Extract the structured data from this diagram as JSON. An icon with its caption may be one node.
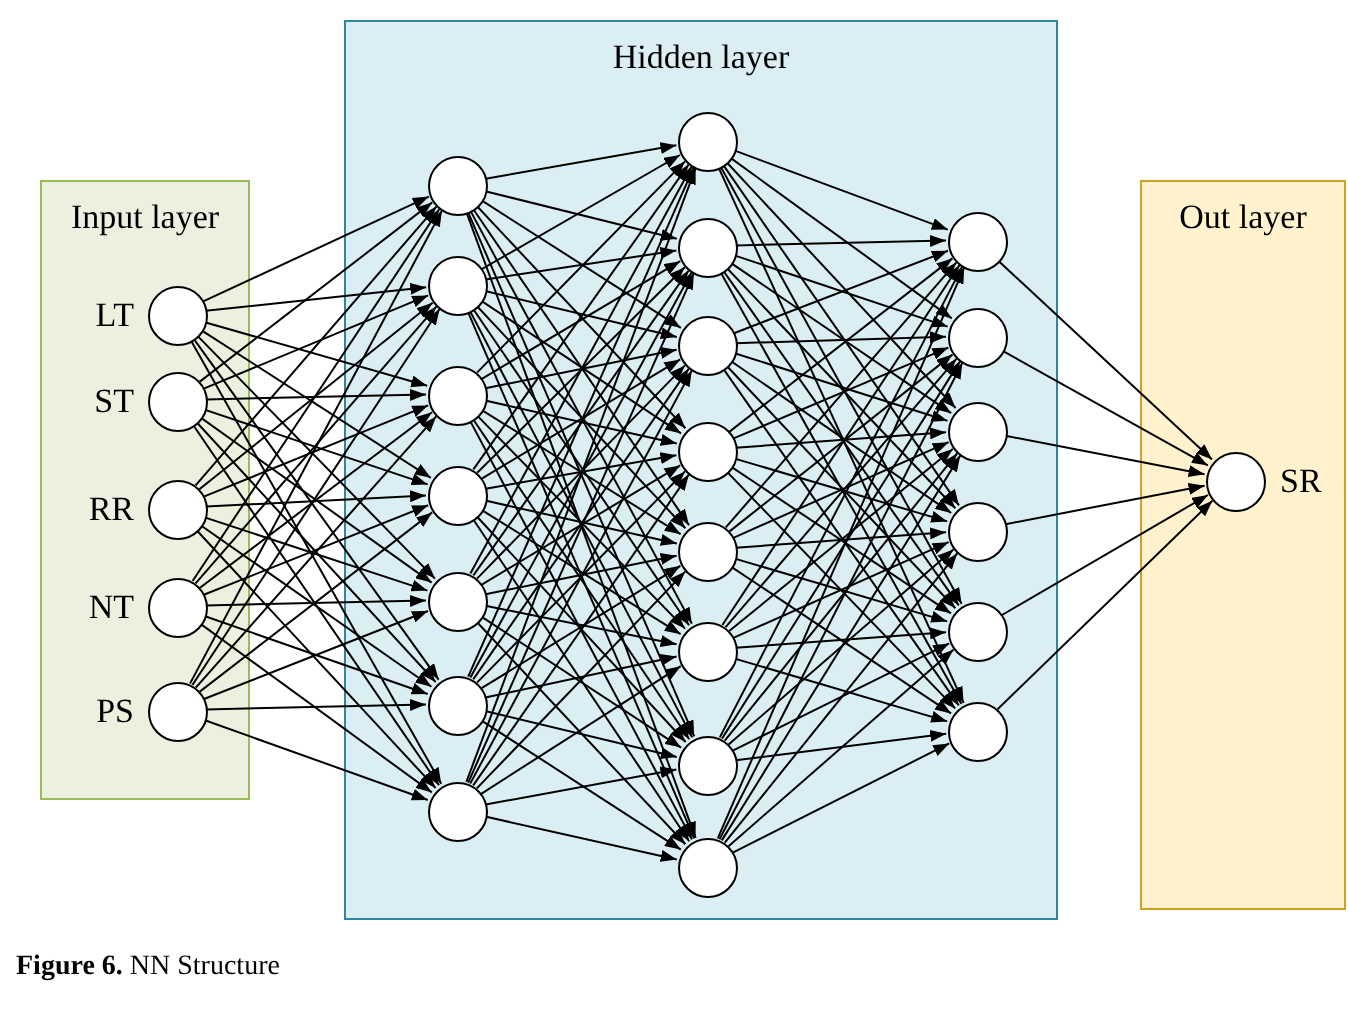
{
  "diagram": {
    "caption": "**Figure 6.** NN Structure",
    "nodes": [
      {
        "text": [
          "Input layer"
        ]
      },
      {
        "text": [],
        "shape": "circle",
        "beside": [
          "LT"
        ],
        "in": 0
      },
      {
        "text": [],
        "shape": "circle",
        "beside": [
          "ST"
        ],
        "in": 0
      },
      {
        "text": [],
        "shape": "circle",
        "beside": [
          "RR"
        ],
        "in": 0
      },
      {
        "text": [],
        "shape": "circle",
        "beside": [
          "NT"
        ],
        "in": 0
      },
      {
        "text": [],
        "shape": "circle",
        "beside": [
          "PS"
        ],
        "in": 0
      },
      {
        "text": [
          "Hidden layer"
        ]
      },
      {
        "text": [],
        "shape": "circle",
        "in": 6
      },
      {
        "text": [],
        "shape": "circle",
        "in": 6
      },
      {
        "text": [],
        "shape": "circle",
        "in": 6
      },
      {
        "text": [],
        "shape": "circle",
        "in": 6
      },
      {
        "text": [],
        "shape": "circle",
        "in": 6
      },
      {
        "text": [],
        "shape": "circle",
        "in": 6
      },
      {
        "text": [],
        "shape": "circle",
        "in": 6
      },
      {
        "text": [],
        "shape": "circle",
        "in": 6
      },
      {
        "text": [],
        "shape": "circle",
        "in": 6
      },
      {
        "text": [],
        "shape": "circle",
        "in": 6
      },
      {
        "text": [],
        "shape": "circle",
        "in": 6
      },
      {
        "text": [],
        "shape": "circle",
        "in": 6
      },
      {
        "text": [],
        "shape": "circle",
        "in": 6
      },
      {
        "text": [],
        "shape": "circle",
        "in": 6
      },
      {
        "text": [],
        "shape": "circle",
        "in": 6
      },
      {
        "text": [],
        "shape": "circle",
        "in": 6
      },
      {
        "text": [],
        "shape": "circle",
        "in": 6
      },
      {
        "text": [],
        "shape": "circle",
        "in": 6
      },
      {
        "text": [],
        "shape": "circle",
        "in": 6
      },
      {
        "text": [],
        "shape": "circle",
        "in": 6
      },
      {
        "text": [],
        "shape": "circle",
        "in": 6
      },
      {
        "text": [
          "Out layer"
        ]
      },
      {
        "text": [],
        "shape": "circle",
        "beside": [
          "SR"
        ],
        "in": 28
      }
    ],
    "edges": [
      {
        "from": 1,
        "to": 7,
        "arrow": "to"
      },
      {
        "from": 1,
        "to": 8,
        "arrow": "to"
      },
      {
        "from": 1,
        "to": 9,
        "arrow": "to"
      },
      {
        "from": 1,
        "to": 10,
        "arrow": "to"
      },
      {
        "from": 1,
        "to": 11,
        "arrow": "to"
      },
      {
        "from": 1,
        "to": 12,
        "arrow": "to"
      },
      {
        "from": 1,
        "to": 13,
        "arrow": "to"
      },
      {
        "from": 2,
        "to": 7,
        "arrow": "to"
      },
      {
        "from": 2,
        "to": 8,
        "arrow": "to"
      },
      {
        "from": 2,
        "to": 9,
        "arrow": "to"
      },
      {
        "from": 2,
        "to": 10,
        "arrow": "to"
      },
      {
        "from": 2,
        "to": 11,
        "arrow": "to"
      },
      {
        "from": 2,
        "to": 12,
        "arrow": "to"
      },
      {
        "from": 2,
        "to": 13,
        "arrow": "to"
      },
      {
        "from": 3,
        "to": 7,
        "arrow": "to"
      },
      {
        "from": 3,
        "to": 8,
        "arrow": "to"
      },
      {
        "from": 3,
        "to": 9,
        "arrow": "to"
      },
      {
        "from": 3,
        "to": 10,
        "arrow": "to"
      },
      {
        "from": 3,
        "to": 11,
        "arrow": "to"
      },
      {
        "from": 3,
        "to": 12,
        "arrow": "to"
      },
      {
        "from": 3,
        "to": 13,
        "arrow": "to"
      },
      {
        "from": 4,
        "to": 7,
        "arrow": "to"
      },
      {
        "from": 4,
        "to": 8,
        "arrow": "to"
      },
      {
        "from": 4,
        "to": 9,
        "arrow": "to"
      },
      {
        "from": 4,
        "to": 10,
        "arrow": "to"
      },
      {
        "from": 4,
        "to": 11,
        "arrow": "to"
      },
      {
        "from": 4,
        "to": 12,
        "arrow": "to"
      },
      {
        "from": 4,
        "to": 13,
        "arrow": "to"
      },
      {
        "from": 5,
        "to": 7,
        "arrow": "to"
      },
      {
        "from": 5,
        "to": 8,
        "arrow": "to"
      },
      {
        "from": 5,
        "to": 9,
        "arrow": "to"
      },
      {
        "from": 5,
        "to": 10,
        "arrow": "to"
      },
      {
        "from": 5,
        "to": 11,
        "arrow": "to"
      },
      {
        "from": 5,
        "to": 12,
        "arrow": "to"
      },
      {
        "from": 5,
        "to": 13,
        "arrow": "to"
      },
      {
        "from": 7,
        "to": 14,
        "arrow": "to"
      },
      {
        "from": 7,
        "to": 15,
        "arrow": "to"
      },
      {
        "from": 7,
        "to": 16,
        "arrow": "to"
      },
      {
        "from": 7,
        "to": 17,
        "arrow": "to"
      },
      {
        "from": 7,
        "to": 18,
        "arrow": "to"
      },
      {
        "from": 7,
        "to": 19,
        "arrow": "to"
      },
      {
        "from": 7,
        "to": 20,
        "arrow": "to"
      },
      {
        "from": 7,
        "to": 21,
        "arrow": "to"
      },
      {
        "from": 8,
        "to": 14,
        "arrow": "to"
      },
      {
        "from": 8,
        "to": 15,
        "arrow": "to"
      },
      {
        "from": 8,
        "to": 16,
        "arrow": "to"
      },
      {
        "from": 8,
        "to": 17,
        "arrow": "to"
      },
      {
        "from": 8,
        "to": 18,
        "arrow": "to"
      },
      {
        "from": 8,
        "to": 19,
        "arrow": "to"
      },
      {
        "from": 8,
        "to": 20,
        "arrow": "to"
      },
      {
        "from": 8,
        "to": 21,
        "arrow": "to"
      },
      {
        "from": 9,
        "to": 14,
        "arrow": "to"
      },
      {
        "from": 9,
        "to": 15,
        "arrow": "to"
      },
      {
        "from": 9,
        "to": 16,
        "arrow": "to"
      },
      {
        "from": 9,
        "to": 17,
        "arrow": "to"
      },
      {
        "from": 9,
        "to": 18,
        "arrow": "to"
      },
      {
        "from": 9,
        "to": 19,
        "arrow": "to"
      },
      {
        "from": 9,
        "to": 20,
        "arrow": "to"
      },
      {
        "from": 9,
        "to": 21,
        "arrow": "to"
      },
      {
        "from": 10,
        "to": 14,
        "arrow": "to"
      },
      {
        "from": 10,
        "to": 15,
        "arrow": "to"
      },
      {
        "from": 10,
        "to": 16,
        "arrow": "to"
      },
      {
        "from": 10,
        "to": 17,
        "arrow": "to"
      },
      {
        "from": 10,
        "to": 18,
        "arrow": "to"
      },
      {
        "from": 10,
        "to": 19,
        "arrow": "to"
      },
      {
        "from": 10,
        "to": 20,
        "arrow": "to"
      },
      {
        "from": 10,
        "to": 21,
        "arrow": "to"
      },
      {
        "from": 11,
        "to": 14,
        "arrow": "to"
      },
      {
        "from": 11,
        "to": 15,
        "arrow": "to"
      },
      {
        "from": 11,
        "to": 16,
        "arrow": "to"
      },
      {
        "from": 11,
        "to": 17,
        "arrow": "to"
      },
      {
        "from": 11,
        "to": 18,
        "arrow": "to"
      },
      {
        "from": 11,
        "to": 19,
        "arrow": "to"
      },
      {
        "from": 11,
        "to": 20,
        "arrow": "to"
      },
      {
        "from": 11,
        "to": 21,
        "arrow": "to"
      },
      {
        "from": 12,
        "to": 14,
        "arrow": "to"
      },
      {
        "from": 12,
        "to": 15,
        "arrow": "to"
      },
      {
        "from": 12,
        "to": 16,
        "arrow": "to"
      },
      {
        "from": 12,
        "to": 17,
        "arrow": "to"
      },
      {
        "from": 12,
        "to": 18,
        "arrow": "to"
      },
      {
        "from": 12,
        "to": 19,
        "arrow": "to"
      },
      {
        "from": 12,
        "to": 20,
        "arrow": "to"
      },
      {
        "from": 12,
        "to": 21,
        "arrow": "to"
      },
      {
        "from": 13,
        "to": 14,
        "arrow": "to"
      },
      {
        "from": 13,
        "to": 15,
        "arrow": "to"
      },
      {
        "from": 13,
        "to": 16,
        "arrow": "to"
      },
      {
        "from": 13,
        "to": 17,
        "arrow": "to"
      },
      {
        "from": 13,
        "to": 18,
        "arrow": "to"
      },
      {
        "from": 13,
        "to": 19,
        "arrow": "to"
      },
      {
        "from": 13,
        "to": 20,
        "arrow": "to"
      },
      {
        "from": 13,
        "to": 21,
        "arrow": "to"
      },
      {
        "from": 14,
        "to": 22,
        "arrow": "to"
      },
      {
        "from": 14,
        "to": 23,
        "arrow": "to"
      },
      {
        "from": 14,
        "to": 24,
        "arrow": "to"
      },
      {
        "from": 14,
        "to": 25,
        "arrow": "to"
      },
      {
        "from": 14,
        "to": 26,
        "arrow": "to"
      },
      {
        "from": 14,
        "to": 27,
        "arrow": "to"
      },
      {
        "from": 15,
        "to": 22,
        "arrow": "to"
      },
      {
        "from": 15,
        "to": 23,
        "arrow": "to"
      },
      {
        "from": 15,
        "to": 24,
        "arrow": "to"
      },
      {
        "from": 15,
        "to": 25,
        "arrow": "to"
      },
      {
        "from": 15,
        "to": 26,
        "arrow": "to"
      },
      {
        "from": 15,
        "to": 27,
        "arrow": "to"
      },
      {
        "from": 16,
        "to": 22,
        "arrow": "to"
      },
      {
        "from": 16,
        "to": 23,
        "arrow": "to"
      },
      {
        "from": 16,
        "to": 24,
        "arrow": "to"
      },
      {
        "from": 16,
        "to": 25,
        "arrow": "to"
      },
      {
        "from": 16,
        "to": 26,
        "arrow": "to"
      },
      {
        "from": 16,
        "to": 27,
        "arrow": "to"
      },
      {
        "from": 17,
        "to": 22,
        "arrow": "to"
      },
      {
        "from": 17,
        "to": 23,
        "arrow": "to"
      },
      {
        "from": 17,
        "to": 24,
        "arrow": "to"
      },
      {
        "from": 17,
        "to": 25,
        "arrow": "to"
      },
      {
        "from": 17,
        "to": 26,
        "arrow": "to"
      },
      {
        "from": 17,
        "to": 27,
        "arrow": "to"
      },
      {
        "from": 18,
        "to": 22,
        "arrow": "to"
      },
      {
        "from": 18,
        "to": 23,
        "arrow": "to"
      },
      {
        "from": 18,
        "to": 24,
        "arrow": "to"
      },
      {
        "from": 18,
        "to": 25,
        "arrow": "to"
      },
      {
        "from": 18,
        "to": 26,
        "arrow": "to"
      },
      {
        "from": 18,
        "to": 27,
        "arrow": "to"
      },
      {
        "from": 19,
        "to": 22,
        "arrow": "to"
      },
      {
        "from": 19,
        "to": 23,
        "arrow": "to"
      },
      {
        "from": 19,
        "to": 24,
        "arrow": "to"
      },
      {
        "from": 19,
        "to": 25,
        "arrow": "to"
      },
      {
        "from": 19,
        "to": 26,
        "arrow": "to"
      },
      {
        "from": 19,
        "to": 27,
        "arrow": "to"
      },
      {
        "from": 20,
        "to": 22,
        "arrow": "to"
      },
      {
        "from": 20,
        "to": 23,
        "arrow": "to"
      },
      {
        "from": 20,
        "to": 24,
        "arrow": "to"
      },
      {
        "from": 20,
        "to": 25,
        "arrow": "to"
      },
      {
        "from": 20,
        "to": 26,
        "arrow": "to"
      },
      {
        "from": 20,
        "to": 27,
        "arrow": "to"
      },
      {
        "from": 21,
        "to": 22,
        "arrow": "to"
      },
      {
        "from": 21,
        "to": 23,
        "arrow": "to"
      },
      {
        "from": 21,
        "to": 24,
        "arrow": "to"
      },
      {
        "from": 21,
        "to": 25,
        "arrow": "to"
      },
      {
        "from": 21,
        "to": 26,
        "arrow": "to"
      },
      {
        "from": 21,
        "to": 27,
        "arrow": "to"
      },
      {
        "from": 22,
        "to": 29,
        "arrow": "to"
      },
      {
        "from": 23,
        "to": 29,
        "arrow": "to"
      },
      {
        "from": 24,
        "to": 29,
        "arrow": "to"
      },
      {
        "from": 25,
        "to": 29,
        "arrow": "to"
      },
      {
        "from": 26,
        "to": 29,
        "arrow": "to"
      },
      {
        "from": 27,
        "to": 29,
        "arrow": "to"
      }
    ]
  }
}
